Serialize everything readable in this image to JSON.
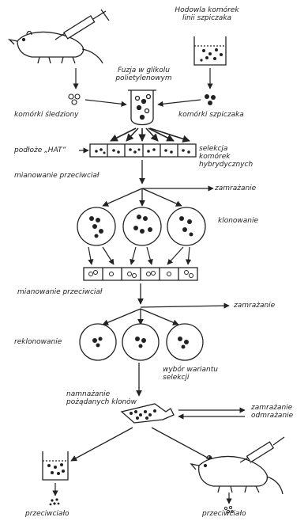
{
  "labels": {
    "culture_title": "Hodowla komórek linii szpiczaka",
    "fusion": "Fuzja w glikolu polietylenowym",
    "spleen_cells": "komórki śledziony",
    "myeloma_cells": "komórki szpiczaka",
    "hat_medium": "podłoże „HAT”",
    "hybrid_selection": "selekcja komórek hybrydycznych",
    "antibody_titration_1": "mianowanie przeciwciał",
    "freezing_1": "zamrażanie",
    "cloning": "klonowanie",
    "antibody_titration_2": "mianowanie przeciwciał",
    "freezing_2": "zamrażanie",
    "recloning": "reklonowanie",
    "variant_selection": "wybór wariantu selekcji",
    "propagation": "namnażanie pożądanych klonów",
    "freeze_thaw": "zamrażanie odmrażanie",
    "antibody_left": "przeciwciało",
    "antibody_right": "przeciwciało"
  }
}
